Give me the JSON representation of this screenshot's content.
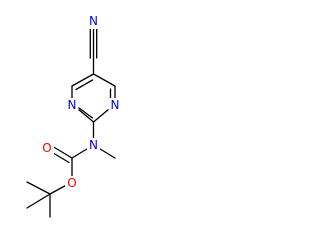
{
  "molecule": {
    "atom_colors": {
      "N": "#0000ff",
      "O": "#ff0000",
      "C": "#000000"
    },
    "atoms": [
      {
        "id": "n_nitrile",
        "symbol": "N"
      },
      {
        "id": "n_ring_left",
        "symbol": "N"
      },
      {
        "id": "n_ring_right",
        "symbol": "N"
      },
      {
        "id": "n_carbamate",
        "symbol": "N"
      },
      {
        "id": "o_carbonyl",
        "symbol": "O"
      },
      {
        "id": "o_ester",
        "symbol": "O"
      }
    ]
  }
}
